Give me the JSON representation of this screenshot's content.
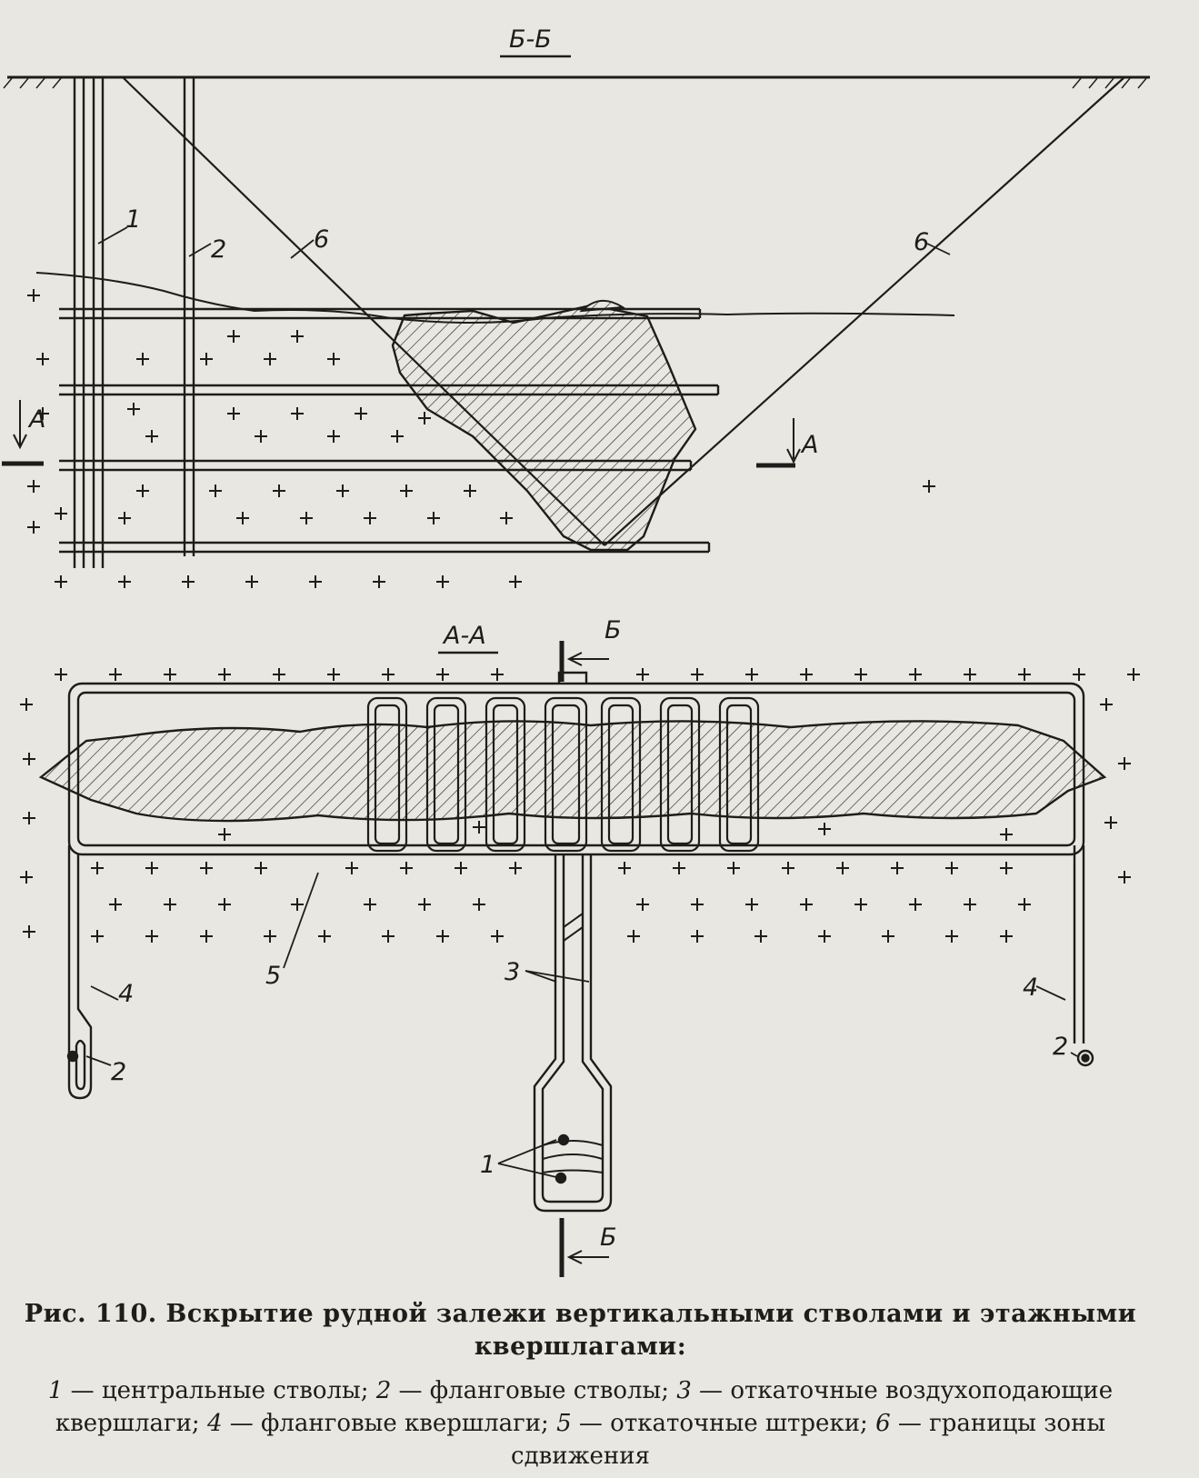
{
  "sections": {
    "top_title": "Б-Б",
    "plan_title": "А-А",
    "marker_A": "А",
    "marker_B": "Б"
  },
  "labels": {
    "central_shafts": "1",
    "flank_shafts": "2",
    "haulage_crosscuts": "3",
    "flank_crosscuts": "4",
    "haulage_drifts": "5",
    "displacement_boundary": "6"
  },
  "caption": {
    "title": "Рис. 110. Вскрытие рудной залежи вертикальными стволами и этажными квершлагами:",
    "legend": [
      {
        "num": "1",
        "text": " — центральные стволы; "
      },
      {
        "num": "2",
        "text": " — фланговые стволы; "
      },
      {
        "num": "3",
        "text": " — откаточные воздухоподающие квершлаги; "
      },
      {
        "num": "4",
        "text": " — фланговые квершлаги; "
      },
      {
        "num": "5",
        "text": " — откаточные штреки; "
      },
      {
        "num": "6",
        "text": " — границы зоны сдвижения"
      }
    ]
  }
}
